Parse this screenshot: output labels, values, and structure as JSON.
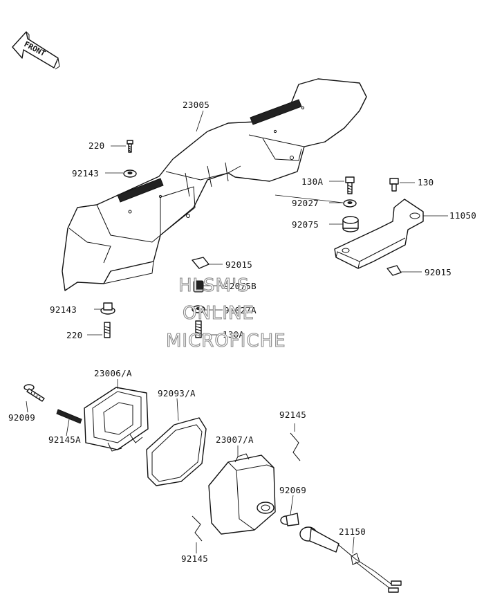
{
  "direction_marker": "FRONT",
  "watermark": [
    "HLSM'S",
    "ONLINE",
    "MICROFICHE"
  ],
  "part_labels": {
    "p23005": "23005",
    "p220_top": "220",
    "p92143_top": "92143",
    "p130A_right": "130A",
    "p130": "130",
    "p92027": "92027",
    "p11050": "11050",
    "p92075": "92075",
    "p92015_mid": "92015",
    "p92015_right": "92015",
    "p92075B": "92075B",
    "p92027A": "92027A",
    "p92143_bottom": "92143",
    "p130A_mid": "130A",
    "p220_bottom": "220",
    "p23006A": "23006/A",
    "p92093A": "92093/A",
    "p92009": "92009",
    "p92145A": "92145A",
    "p92145_top": "92145",
    "p23007A": "23007/A",
    "p92069": "92069",
    "p21150": "21150",
    "p92145_bottom": "92145"
  }
}
